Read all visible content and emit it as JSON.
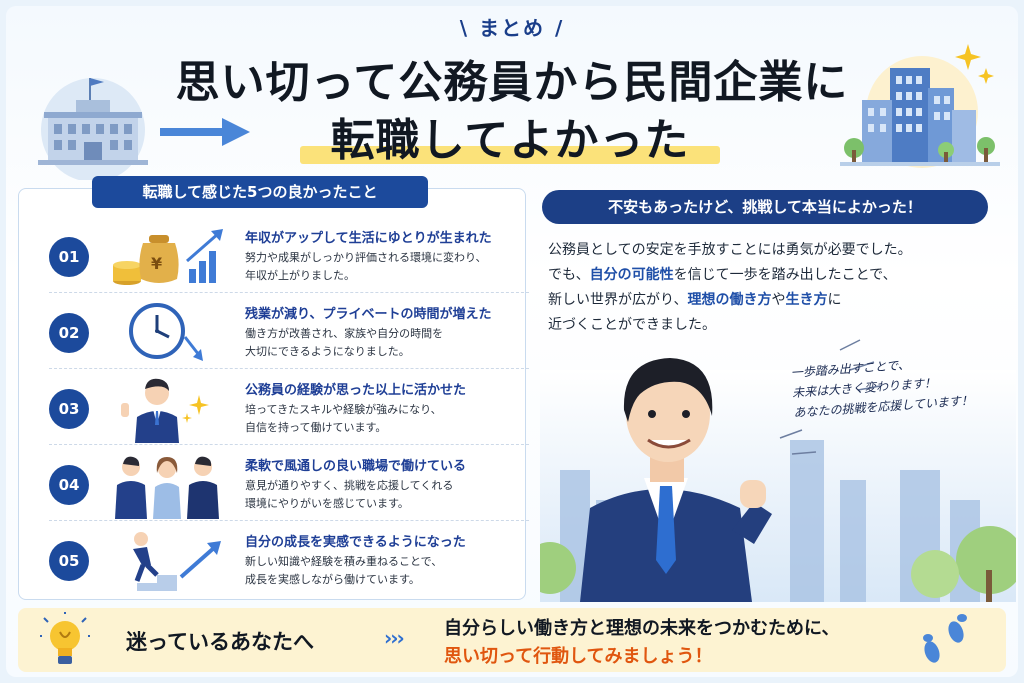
{
  "header": {
    "kicker": "まとめ",
    "title_line1": "思い切って公務員から民間企業に",
    "title_line2": "転職してよかった"
  },
  "left_panel": {
    "tag": "転職して感じた5つの良かったこと",
    "items": [
      {
        "num": "01",
        "heading": "年収がアップして生活にゆとりが生まれた",
        "desc1": "努力や成果がしっかり評価される環境に変わり、",
        "desc2": "年収が上がりました。",
        "icon": "money-bag-icon"
      },
      {
        "num": "02",
        "heading": "残業が減り、プライベートの時間が増えた",
        "desc1": "働き方が改善され、家族や自分の時間を",
        "desc2": "大切にできるようになりました。",
        "icon": "clock-icon"
      },
      {
        "num": "03",
        "heading": "公務員の経験が思った以上に活かせた",
        "desc1": "培ってきたスキルや経験が強みになり、",
        "desc2": "自信を持って働けています。",
        "icon": "businessman-icon"
      },
      {
        "num": "04",
        "heading": "柔軟で風通しの良い職場で働けている",
        "desc1": "意見が通りやすく、挑戦を応援してくれる",
        "desc2": "環境にやりがいを感じています。",
        "icon": "team-icon"
      },
      {
        "num": "05",
        "heading": "自分の成長を実感できるようになった",
        "desc1": "新しい知識や経験を積み重ねることで、",
        "desc2": "成長を実感しながら働けています。",
        "icon": "climbing-stairs-icon"
      }
    ]
  },
  "right_panel": {
    "tag": "不安もあったけど、挑戦して本当によかった！",
    "p1": "公務員としての安定を手放すことには勇気が必要でした。",
    "p2a": "でも、",
    "p2b": "自分の可能性",
    "p2c": "を信じて一歩を踏み出したことで、",
    "p3a": "新しい世界が広がり、",
    "p3b": "理想の働き方",
    "p3c": "や",
    "p3d": "生き方",
    "p3e": "に",
    "p4": "近づくことができました。",
    "note1": "一歩踏み出すことで、",
    "note2": "未来は大きく変わります！",
    "note3": "あなたの挑戦を応援しています！"
  },
  "banner": {
    "left": "迷っているあなたへ",
    "chevrons": "›››",
    "line1": "自分らしい働き方と理想の未来をつかむために、",
    "line2": "思い切って行動してみましょう！"
  },
  "colors": {
    "navy": "#1c4a9c",
    "accent_blue": "#1f4fa8",
    "highlight_yellow": "#fbe27a",
    "cta_orange": "#e0560f",
    "banner_bg": "#fdf3d2"
  }
}
